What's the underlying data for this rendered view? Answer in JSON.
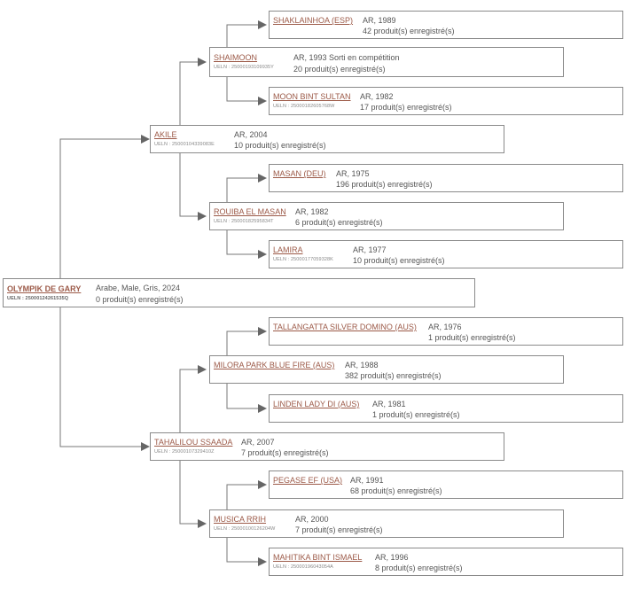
{
  "subject": {
    "name": "OLYMPIK DE GARY",
    "ueln": "UELN : 25000124261535Q",
    "info1": "Arabe, Male, Gris, 2024",
    "info2": "0 produit(s) enregistré(s)"
  },
  "sire": {
    "name": "AKILE",
    "ueln": "UELN : 25000104339083E",
    "info1": "AR, 2004",
    "info2": "10 produit(s) enregistré(s)"
  },
  "dam": {
    "name": "TAHALILOU SSAADA",
    "ueln": "UELN : 25000107329410Z",
    "info1": "AR, 2007",
    "info2": "7 produit(s) enregistré(s)"
  },
  "ss": {
    "name": "SHAIMOON",
    "ueln": "UELN : 25000193109935Y",
    "info1": "AR, 1993 Sorti en compétition",
    "info2": "20 produit(s) enregistré(s)"
  },
  "sd": {
    "name": "ROUIBA EL MASAN",
    "ueln": "UELN : 25000182595834T",
    "info1": "AR, 1982",
    "info2": "6 produit(s) enregistré(s)"
  },
  "ds": {
    "name": "MILORA PARK BLUE FIRE (AUS)",
    "info1": "AR, 1988",
    "info2": "382 produit(s) enregistré(s)"
  },
  "dd": {
    "name": "MUSICA RRIH",
    "ueln": "UELN : 25000100126204W",
    "info1": "AR, 2000",
    "info2": "7 produit(s) enregistré(s)"
  },
  "sss": {
    "name": "SHAKLAINHOA (ESP)",
    "info1": "AR, 1989",
    "info2": "42 produit(s) enregistré(s)"
  },
  "ssd": {
    "name": "MOON BINT SULTAN",
    "ueln": "UELN : 25000182605768W",
    "info1": "AR, 1982",
    "info2": "17 produit(s) enregistré(s)"
  },
  "sds": {
    "name": "MASAN (DEU)",
    "info1": "AR, 1975",
    "info2": "196 produit(s) enregistré(s)"
  },
  "sdd": {
    "name": "LAMIRA",
    "ueln": "UELN : 25000177059328K",
    "info1": "AR, 1977",
    "info2": "10 produit(s) enregistré(s)"
  },
  "dss": {
    "name": "TALLANGATTA SILVER DOMINO (AUS)",
    "info1": "AR, 1976",
    "info2": "1 produit(s) enregistré(s)"
  },
  "dsd": {
    "name": "LINDEN LADY DI (AUS)",
    "info1": "AR, 1981",
    "info2": "1 produit(s) enregistré(s)"
  },
  "dds": {
    "name": "PEGASE EF (USA)",
    "info1": "AR, 1991",
    "info2": "68 produit(s) enregistré(s)"
  },
  "ddd": {
    "name": "MAHITIKA BINT ISMAEL",
    "ueln": "UELN : 25000196043054A",
    "info1": "AR, 1996",
    "info2": "8 produit(s) enregistré(s)"
  }
}
